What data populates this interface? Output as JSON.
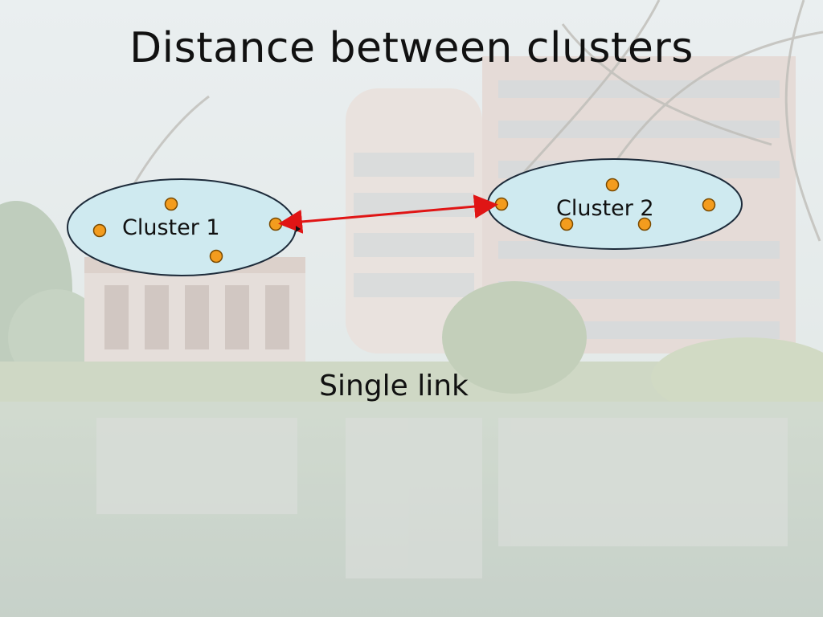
{
  "slide": {
    "title": "Distance between clusters",
    "subtitle": "Single link"
  },
  "clusters": [
    {
      "label": "Cluster 1",
      "fill": "#cfeaf0",
      "point_count": 4
    },
    {
      "label": "Cluster 2",
      "fill": "#cfeaf0",
      "point_count": 5
    }
  ],
  "link": {
    "type": "single link",
    "color": "#e01515"
  },
  "colors": {
    "point": "#f39c1e",
    "point_stroke": "#7a4a00",
    "ellipse_stroke": "#1d2b3a"
  },
  "background": {
    "description": "faded campus building beside a pond"
  }
}
